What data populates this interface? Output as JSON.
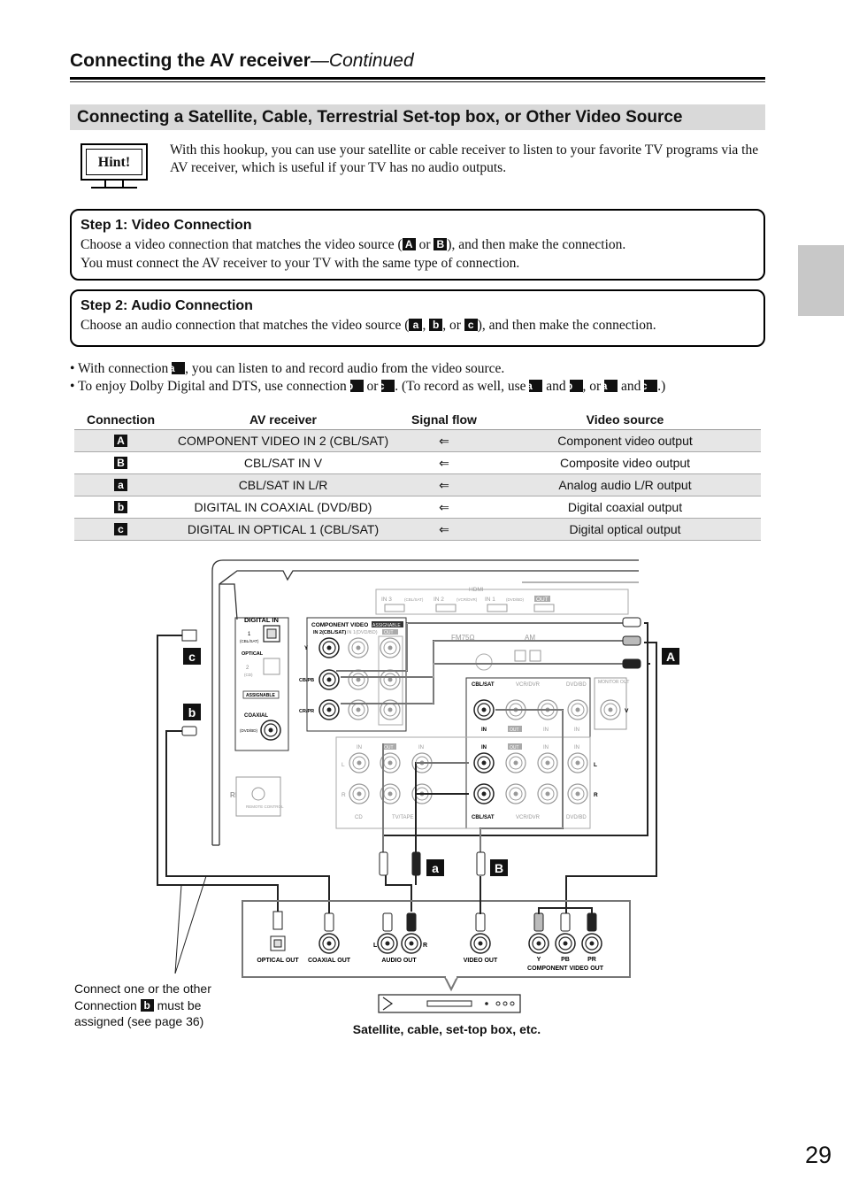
{
  "header": {
    "title": "Connecting the AV receiver",
    "continued": "—Continued"
  },
  "section_title": "Connecting a Satellite, Cable, Terrestrial Set-top box, or Other Video Source",
  "hint": {
    "label": "Hint!",
    "text": "With this hookup, you can use your satellite or cable receiver to listen to your favorite TV programs via the AV receiver, which is useful if your TV has no audio outputs."
  },
  "step1": {
    "heading": "Step 1: Video Connection",
    "line1_a": "Choose a video connection that matches the video source (",
    "badge_A": "A",
    "or": " or ",
    "badge_B": "B",
    "line1_b": "), and then make the connection.",
    "line2": "You must connect the AV receiver to your TV with the same type of connection."
  },
  "step2": {
    "heading": "Step 2: Audio Connection",
    "line_a": "Choose an audio connection that matches the video source (",
    "badge_a": "a",
    "comma": ", ",
    "badge_b": "b",
    "or": ", or ",
    "badge_c": "c",
    "line_b": "), and then make the connection."
  },
  "bullets": {
    "b1_a": "•  With connection ",
    "b1_badge": "a",
    "b1_b": ", you can listen to and record audio from the video source.",
    "b2_a": "•  To enjoy Dolby Digital and DTS, use connection ",
    "b2_badge1": "b",
    "b2_or1": " or ",
    "b2_badge2": "c",
    "b2_mid": ". (To record as well, use ",
    "b2_badge3": "a",
    "b2_and1": " and ",
    "b2_badge4": "b",
    "b2_or2": ", or ",
    "b2_badge5": "a",
    "b2_and2": " and ",
    "b2_badge6": "c",
    "b2_end": ".)"
  },
  "table": {
    "headers": [
      "Connection",
      "AV receiver",
      "Signal flow",
      "Video source"
    ],
    "rows": [
      {
        "conn": "A",
        "receiver": "COMPONENT VIDEO IN 2 (CBL/SAT)",
        "flow": "⇐",
        "source": "Component video output"
      },
      {
        "conn": "B",
        "receiver": "CBL/SAT IN V",
        "flow": "⇐",
        "source": "Composite video output"
      },
      {
        "conn": "a",
        "receiver": "CBL/SAT IN L/R",
        "flow": "⇐",
        "source": "Analog audio L/R output"
      },
      {
        "conn": "b",
        "receiver": "DIGITAL IN COAXIAL (DVD/BD)",
        "flow": "⇐",
        "source": "Digital coaxial output"
      },
      {
        "conn": "c",
        "receiver": "DIGITAL IN OPTICAL 1 (CBL/SAT)",
        "flow": "⇐",
        "source": "Digital optical output"
      }
    ]
  },
  "diagram": {
    "hdmi": "HDMI",
    "hdmi_in3": "IN 3",
    "hdmi_in3_sub": "(CBL/SAT)",
    "hdmi_in2": "IN 2",
    "hdmi_in2_sub": "(VCR/DVR)",
    "hdmi_in1": "IN 1",
    "hdmi_in1_sub": "(DVD/BD)",
    "hdmi_out": "OUT",
    "fm": "FM75Ω",
    "am": "AM",
    "digital_in": "DIGITAL IN",
    "opt1": "1",
    "opt1_sub": "(CBL/SAT)",
    "optical": "OPTICAL",
    "opt2": "2",
    "opt2_sub": "(CD)",
    "assignable": "ASSIGNABLE",
    "coaxial": "COAXIAL",
    "coax_sub": "(DVD/BD)",
    "comp_video": "COMPONENT VIDEO",
    "comp_in2": "IN 2(CBL/SAT)",
    "comp_in1": "IN 1(DVD/BD)",
    "comp_out": "OUT",
    "comp_y": "Y",
    "comp_pb": "CB/PB",
    "comp_pr": "CR/PR",
    "cbl_sat": "CBL/SAT",
    "vcr_dvr": "VCR/DVR",
    "dvd_bd": "DVD/BD",
    "monitor_out": "MONITOR OUT",
    "v": "V",
    "in": "IN",
    "out": "OUT",
    "l": "L",
    "r": "R",
    "cd": "CD",
    "tv_tape": "TV/TAPE",
    "ri": "RI",
    "remote_control": "REMOTE CONTROL",
    "label_A": "A",
    "label_B": "B",
    "label_a": "a",
    "label_b": "b",
    "label_c": "c",
    "src_optical_out": "OPTICAL OUT",
    "src_coaxial_out": "COAXIAL OUT",
    "src_audio_out": "AUDIO OUT",
    "src_l": "L",
    "src_r": "R",
    "src_video_out": "VIDEO OUT",
    "src_y": "Y",
    "src_pb": "PB",
    "src_pr": "PR",
    "src_component_out": "COMPONENT VIDEO OUT",
    "note": "Connect one or the other Connection",
    "note_badge": "b",
    "note_end": "must be assigned (see page 36)",
    "device_caption": "Satellite, cable, set-top box, etc."
  },
  "page_number": "29"
}
